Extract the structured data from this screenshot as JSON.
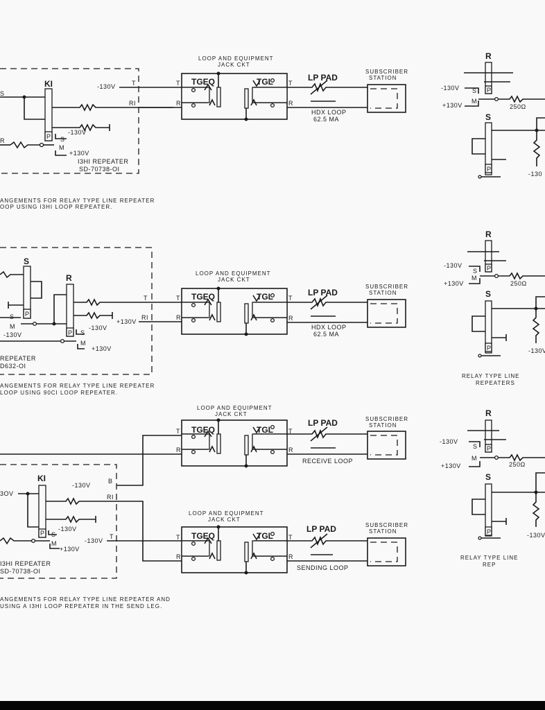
{
  "diagram": {
    "colors": {
      "ink": "#1a1a1a",
      "paper": "#f9f9f9",
      "bottom_bar": "#050505"
    },
    "common": {
      "jack_ckt_line1": "LOOP AND EQUIPMENT",
      "jack_ckt_line2": "JACK CKT",
      "tgeq": "TGEQ",
      "tgl": "TGL",
      "lp_pad": "LP PAD",
      "sub_line1": "SUBSCRIBER",
      "sub_line2": "STATION",
      "t": "T",
      "r": "R",
      "r1": "RI",
      "b": "B",
      "s": "S",
      "m": "M",
      "p": "P",
      "k1": "KI",
      "minus130": "-130V",
      "plus130": "+130V",
      "ohm250": "250Ω",
      "minus130_short": "-130"
    },
    "panel1": {
      "repeater_name": "I3HI REPEATER",
      "repeater_sd": "SD-70738-OI",
      "loop_line1": "HDX LOOP",
      "loop_line2": "62.5 MA",
      "caption_line1": "ANGEMENTS FOR RELAY TYPE LINE REPEATER",
      "caption_line2": "OOP USING I3HI LOOP REPEATER."
    },
    "panel2": {
      "repeater_name": "REPEATER",
      "repeater_sd": "D632-OI",
      "loop_line1": "HDX LOOP",
      "loop_line2": "62.5 MA",
      "caption_line1": "ANGEMENTS FOR RELAY TYPE LINE REPEATER",
      "caption_line2": "LOOP USING 90CI LOOP REPEATER.",
      "right_caption_line1": "RELAY TYPE LINE",
      "right_caption_line2": "REPEATERS"
    },
    "panel3": {
      "repeater_name": "I3HI REPEATER",
      "repeater_sd": "SD-70738-OI",
      "receive_loop": "RECEIVE LOOP",
      "sending_loop": "SENDING LOOP",
      "left_voltage": "3OV",
      "caption_line1": "ANGEMENTS FOR RELAY TYPE LINE REPEATER AND",
      "caption_line2": "USING A I3HI LOOP REPEATER IN THE SEND LEG.",
      "right_caption_line1": "RELAY TYPE LINE",
      "right_caption_line2": "REP"
    }
  }
}
